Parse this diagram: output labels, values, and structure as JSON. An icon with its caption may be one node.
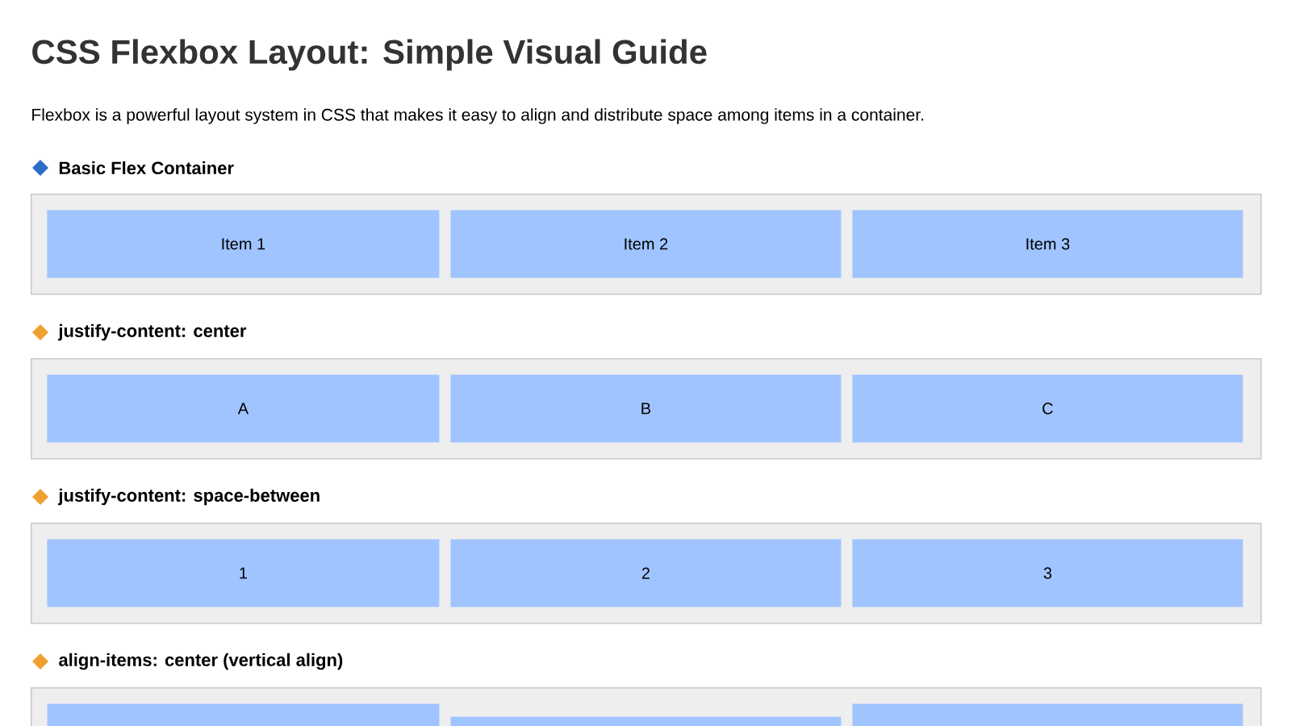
{
  "diagram": {
    "title": "CSS Flexbox Layout: Simple Visual Guide",
    "nodes": [
      {
        "text": [
          "Basic Flex Container"
        ]
      },
      {
        "text": [
          "Item 1"
        ],
        "in": 0
      },
      {
        "text": [
          "Item 2"
        ],
        "in": 0
      },
      {
        "text": [
          "Item 3"
        ],
        "in": 0
      },
      {
        "text": [
          "justify-content: center"
        ]
      },
      {
        "text": [
          "A"
        ],
        "in": 4
      },
      {
        "text": [
          "B"
        ],
        "in": 4
      },
      {
        "text": [
          "C"
        ],
        "in": 4
      },
      {
        "text": [
          "justify-content: space-between"
        ]
      },
      {
        "text": [
          "1"
        ],
        "in": 8
      },
      {
        "text": [
          "2"
        ],
        "in": 8
      },
      {
        "text": [
          "3"
        ],
        "in": 8
      },
      {
        "text": [
          "align-items: center (vertical align)"
        ]
      },
      {
        "text": [],
        "shape": "box",
        "in": 12
      },
      {
        "text": [],
        "shape": "box",
        "in": 12
      },
      {
        "text": [],
        "shape": "box",
        "in": 12
      }
    ],
    "labels": [
      "Flexbox is a powerful layout system in CSS that makes it easy to align and distribute space among items in a container."
    ]
  }
}
